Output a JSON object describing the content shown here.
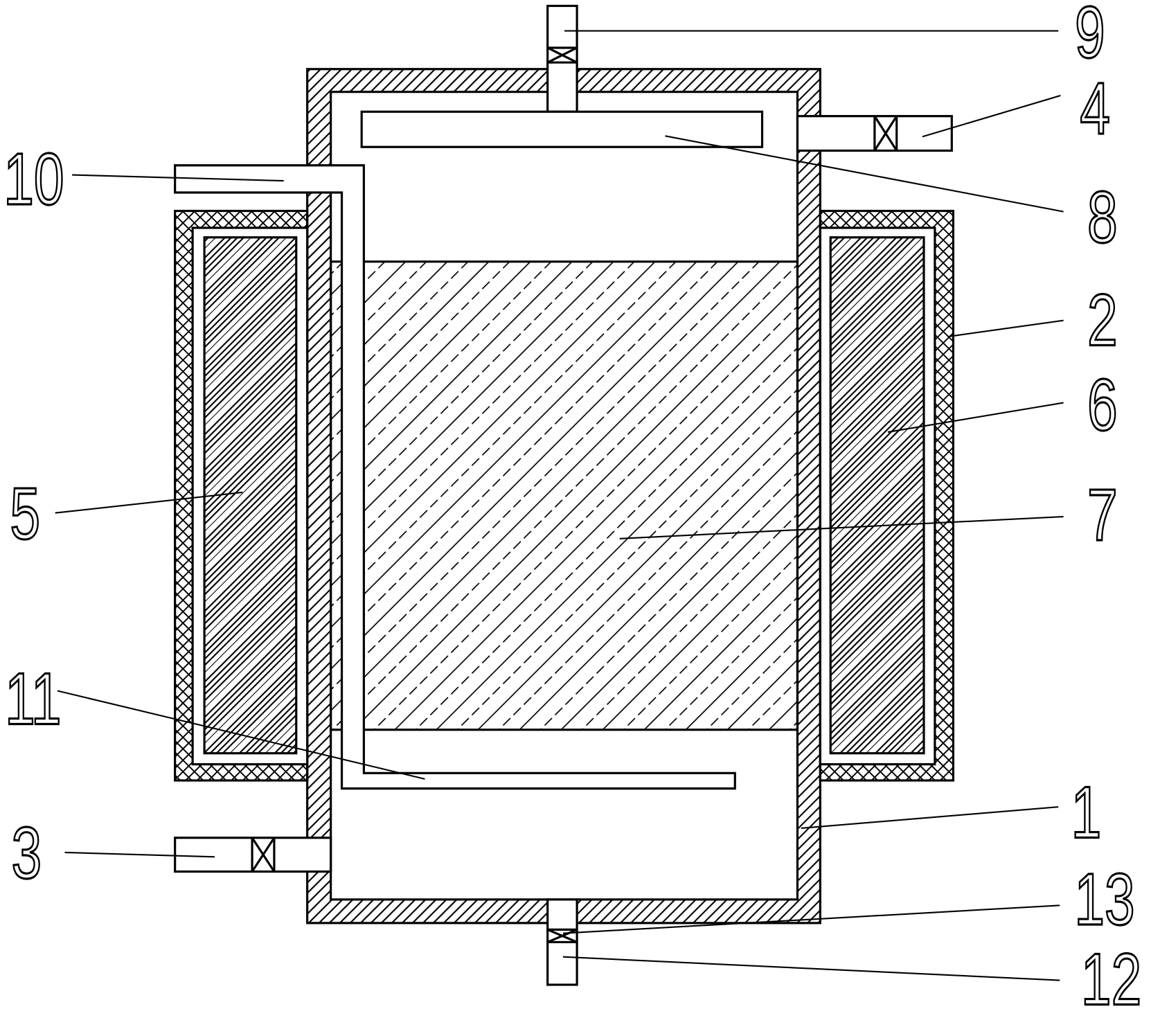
{
  "figure": {
    "callouts": {
      "c1": "1",
      "c2": "2",
      "c3": "3",
      "c4": "4",
      "c5": "5",
      "c6": "6",
      "c7": "7",
      "c8": "8",
      "c9": "9",
      "c10": "10",
      "c11": "11",
      "c12": "12",
      "c13": "13"
    }
  },
  "colors": {
    "line": "#000000",
    "background": "#ffffff"
  }
}
